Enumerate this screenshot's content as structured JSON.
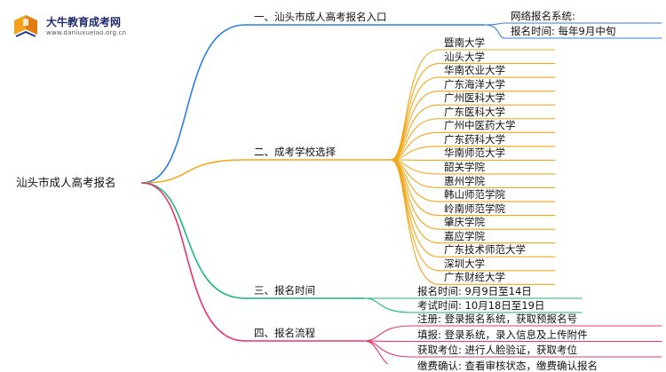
{
  "brand": {
    "name": "大牛教育成考网",
    "url": "www.daniuxueiao.org.cn"
  },
  "mindmap": {
    "root": "汕头市成人高考报名",
    "branches": [
      {
        "label": "一、汕头市成人高考报名入口",
        "color": "#2d7fe0",
        "children": [
          "网络报名系统:",
          "报名时间: 每年9月中旬"
        ]
      },
      {
        "label": "二、成考学校选择",
        "color": "#f0a81c",
        "children": [
          "暨南大学",
          "汕头大学",
          "华南农业大学",
          "广东海洋大学",
          "广州医科大学",
          "广东医科大学",
          "广州中医药大学",
          "广东药科大学",
          "华南师范大学",
          "韶关学院",
          "惠州学院",
          "韩山师范学院",
          "岭南师范学院",
          "肇庆学院",
          "嘉应学院",
          "广东技术师范大学",
          "深圳大学",
          "广东财经大学"
        ]
      },
      {
        "label": "三、报名时间",
        "color": "#19b87a",
        "children": [
          "报名时间: 9月9日至14日",
          "考试时间: 10月18日至19日"
        ]
      },
      {
        "label": "四、报名流程",
        "color": "#e8336f",
        "children": [
          "注册: 登录报名系统，获取预报名号",
          "填报: 登录系统，录入信息及上传附件",
          "获取考位: 进行人脸验证，获取考位",
          "缴费确认: 查看审核状态，缴费确认报名"
        ]
      }
    ]
  }
}
